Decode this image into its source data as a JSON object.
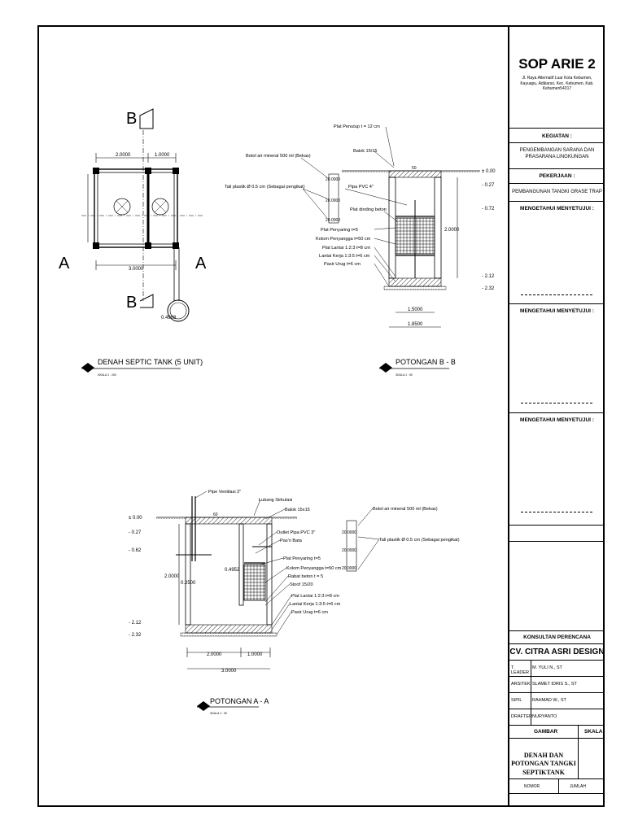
{
  "title_block": {
    "company": "SOP ARIE 2",
    "address": "Jl. Raya Alternatif Luar Kota Kebumen, Kayuapu, Adikarso, Kec. Kebumen, Kab. Kebumen54317",
    "kegiatan_label": "KEGIATAN :",
    "kegiatan_value": "PENGEMBANGAN SARANA DAN PRASARANA LINGKUNGAN",
    "pekerjaan_label": "PEKERJAAN :",
    "pekerjaan_value": "PEMBANGUNAN TANGKI GRASE TRAP",
    "approval_label": "MENGETAHUI MENYETUJUI :",
    "konsultan_label": "KONSULTAN PERENCANA",
    "konsultan_name": "CV. CITRA ASRI DESIGN",
    "team": [
      {
        "role": "T. LEADER",
        "name": "M. YULI N., ST"
      },
      {
        "role": "ARSITEK",
        "name": "SLAMET IDRIS S., ST"
      },
      {
        "role": "SIPIL",
        "name": "RAHMAD W., ST"
      },
      {
        "role": "DRAFTER",
        "name": "NURYANTO"
      }
    ],
    "gambar_label": "GAMBAR",
    "skala_label": "SKALA",
    "gambar_value": "DENAH DAN POTONGAN TANGKI SEPTIKTANK",
    "nomor_label": "NOMOR",
    "jumlah_label": "JUMLAH"
  },
  "plan": {
    "title": "DENAH SEPTIC TANK (5 UNIT)",
    "scale": "SKALA 1 : 100",
    "marker_b": "B",
    "marker_a": "A",
    "dim_top_left": "2.0000",
    "dim_top_right": "1.0000",
    "dim_bottom": "3.0000",
    "dim_pipe": "0.4988"
  },
  "section_b": {
    "title": "POTONGAN B - B",
    "scale": "SKALA 1 : 50",
    "labels": [
      "Plat Penutup t = 12 cm",
      "Botol air mineral 500 ml (Bekas)",
      "Balok 15/15",
      "Tali plastik Ø 0.5 cm (Sebagai pengikat)",
      "Pipa PVC 4\"",
      "Plat dinding beton",
      "Plat Penyaring t=5",
      "Kolom Penyangga t=50 cm",
      "Plat Lantai 1:2:3 t=8 cm",
      "Lantai Kerja 1:3:5 t=6 cm",
      "Pasir Urug t=6 cm"
    ],
    "levels": [
      "± 0.00",
      "- 0.27",
      "- 0.72",
      "- 2.12",
      "- 2.32"
    ],
    "dim_height": "2.0000",
    "dim_inner": "1.5000",
    "dim_outer": "1.8500",
    "dim_cover": "50",
    "bottle_dims": [
      "20.0000",
      "20.0000",
      "20.0000"
    ]
  },
  "section_a": {
    "title": "POTONGAN A - A",
    "scale": "SKALA 1 : 50",
    "labels": [
      "Pipe Ventilasi 2\"",
      "Lubang Sirkulasi",
      "Balok 15x15",
      "Outlet Pipa PVC 3\"",
      "Pas'n Bata",
      "Plat Penyaring t=5",
      "Kolom Penyangga t=50 cm",
      "Rabat beton t = 5",
      "Stoof 15/20",
      "Plat Lantai 1:2:3 t=8 cm",
      "Lantai Kerja 1:3:5 t=6 cm",
      "Pasir Urug t=6 cm",
      "Botol air mineral 500 ml (Bekas)",
      "Tali plastik Ø 0.5 cm (Sebagai pengikat)"
    ],
    "levels": [
      "± 0.00",
      "- 0.27",
      "- 0.62",
      "- 2.12",
      "- 2.32"
    ],
    "dim_height": "2.0000",
    "dim_inlet": "0.2500",
    "dim_outlet": "0.4952",
    "dim_left": "2.0000",
    "dim_right": "1.0000",
    "dim_total": "3.0000",
    "dim_cover": "60",
    "bottle_dims": [
      "20.0000",
      "20.0000",
      "20.0000"
    ]
  }
}
